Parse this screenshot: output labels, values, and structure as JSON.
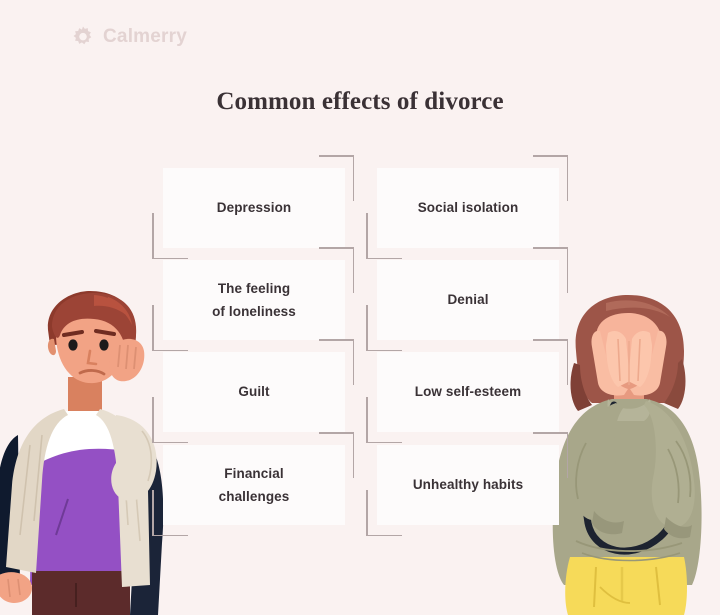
{
  "brand": {
    "name": "Calmerry",
    "icon": "flower-gear-icon",
    "color": "#e3d3d2"
  },
  "header": {
    "title": "Common effects of divorce"
  },
  "colors": {
    "page_background": "#faf2f1",
    "card_background": "#fdfbfb",
    "bracket": "#b3a6a6",
    "card_text": "#3a3236",
    "title_text": "#3a3135"
  },
  "cards": [
    {
      "id": "depression",
      "lines": [
        "Depression"
      ],
      "column": 0,
      "row": 0
    },
    {
      "id": "social-isolation",
      "lines": [
        "Social isolation"
      ],
      "column": 1,
      "row": 0
    },
    {
      "id": "feeling-of-loneliness",
      "lines": [
        "The feeling",
        "of loneliness"
      ],
      "column": 0,
      "row": 1
    },
    {
      "id": "denial",
      "lines": [
        "Denial"
      ],
      "column": 1,
      "row": 1
    },
    {
      "id": "guilt",
      "lines": [
        "Guilt"
      ],
      "column": 0,
      "row": 2
    },
    {
      "id": "low-self-esteem",
      "lines": [
        "Low self-esteem"
      ],
      "column": 1,
      "row": 2
    },
    {
      "id": "financial-challenges",
      "lines": [
        "Financial",
        "challenges"
      ],
      "column": 0,
      "row": 3
    },
    {
      "id": "unhealthy-habits",
      "lines": [
        "Unhealthy habits"
      ],
      "column": 1,
      "row": 3
    }
  ],
  "illustrations": {
    "left": {
      "name": "man-holding-head-illustration",
      "hair": "#9c4436",
      "skin": "#f2a385",
      "jacket": "#e2d7c6",
      "shirt": "#ffffff",
      "top": "#9450c4",
      "pants": "#5c2b2b"
    },
    "right": {
      "name": "woman-covering-face-illustration",
      "hair": "#9d5548",
      "skin": "#f7b49b",
      "sweater": "#a8a78a",
      "pants": "#f6da59",
      "strap": "#1d2330"
    }
  }
}
